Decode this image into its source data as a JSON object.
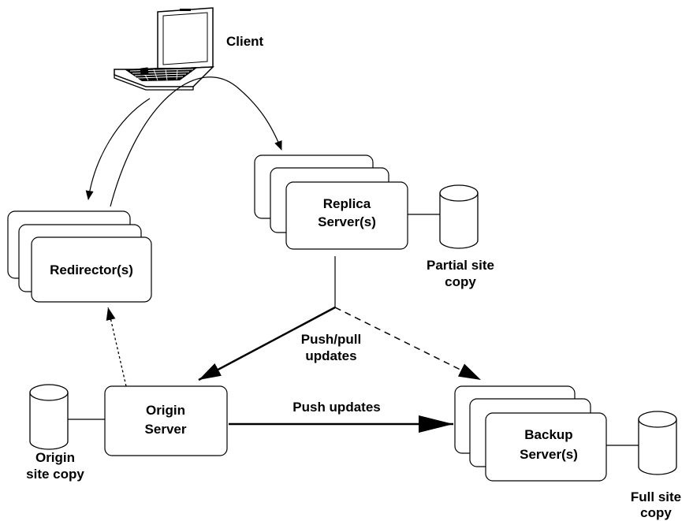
{
  "diagram": {
    "client": {
      "label": "Client",
      "icon": "laptop-icon"
    },
    "replica": {
      "label_line1": "Replica",
      "label_line2": "Server(s)"
    },
    "redirector": {
      "label": "Redirector(s)"
    },
    "origin": {
      "label_line1": "Origin",
      "label_line2": "Server"
    },
    "backup": {
      "label_line1": "Backup",
      "label_line2": "Server(s)"
    },
    "stores": {
      "partial": {
        "line1": "Partial site",
        "line2": "copy"
      },
      "origin": {
        "line1": "Origin",
        "line2": "site copy"
      },
      "full": {
        "line1": "Full site",
        "line2": "copy"
      }
    },
    "edges": {
      "push_pull": {
        "line1": "Push/pull",
        "line2": "updates"
      },
      "push": {
        "label": "Push updates"
      }
    },
    "colors": {
      "stroke": "#000000",
      "background": "#ffffff"
    }
  }
}
